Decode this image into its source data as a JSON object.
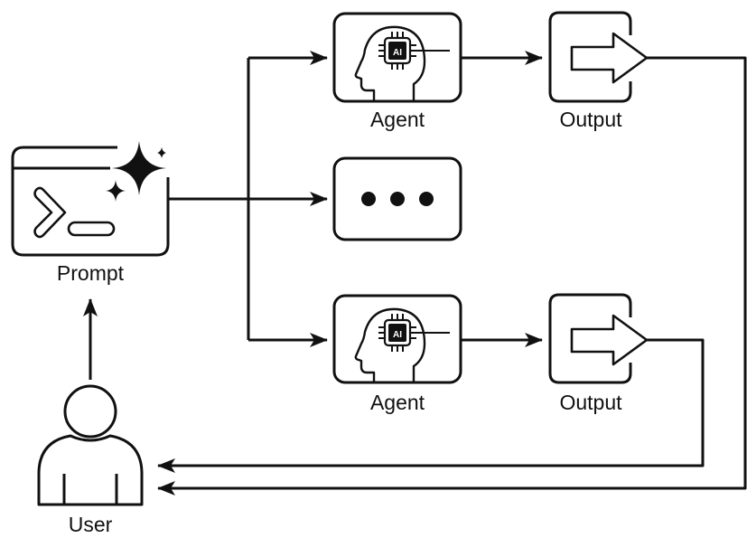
{
  "diagram": {
    "type": "flowchart",
    "stroke_color": "#111111",
    "background": "#ffffff",
    "nodes": {
      "prompt": {
        "label": "Prompt",
        "icon": "terminal-sparkle-icon"
      },
      "agent_top": {
        "label": "Agent",
        "icon": "ai-head-icon",
        "chip_text": "AI"
      },
      "output_top": {
        "label": "Output",
        "icon": "output-arrow-icon"
      },
      "ellipsis": {
        "label": "",
        "icon": "ellipsis-icon"
      },
      "agent_bottom": {
        "label": "Agent",
        "icon": "ai-head-icon",
        "chip_text": "AI"
      },
      "output_bottom": {
        "label": "Output",
        "icon": "output-arrow-icon"
      },
      "user": {
        "label": "User",
        "icon": "user-icon"
      }
    },
    "edges": [
      {
        "from": "user",
        "to": "prompt"
      },
      {
        "from": "prompt",
        "to": "agent_top"
      },
      {
        "from": "prompt",
        "to": "ellipsis"
      },
      {
        "from": "prompt",
        "to": "agent_bottom"
      },
      {
        "from": "agent_top",
        "to": "output_top"
      },
      {
        "from": "agent_bottom",
        "to": "output_bottom"
      },
      {
        "from": "output_top",
        "to": "user"
      },
      {
        "from": "output_bottom",
        "to": "user"
      }
    ]
  }
}
